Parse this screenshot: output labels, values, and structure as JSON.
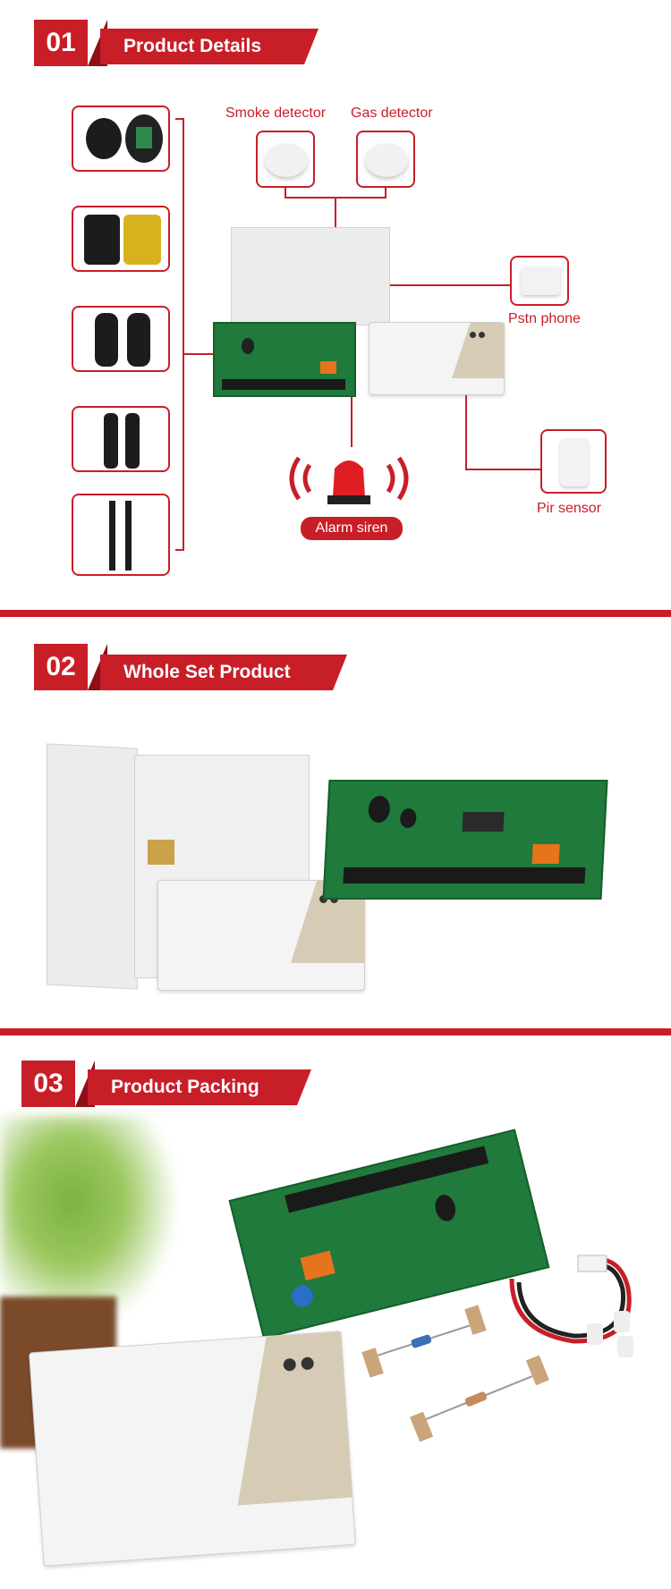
{
  "sections": [
    {
      "number": "01",
      "title": "Product Details"
    },
    {
      "number": "02",
      "title": "Whole Set Product"
    },
    {
      "number": "03",
      "title": "Product Packing"
    }
  ],
  "diagram": {
    "smoke_label": "Smoke detector",
    "gas_label": "Gas detector",
    "pstn_label": "Pstn phone",
    "pir_label": "Pir sensor",
    "siren_label": "Alarm siren"
  },
  "colors": {
    "accent": "#c81e28",
    "pcb": "#1f7a3c",
    "keypad_beige": "#d6ccb6"
  }
}
